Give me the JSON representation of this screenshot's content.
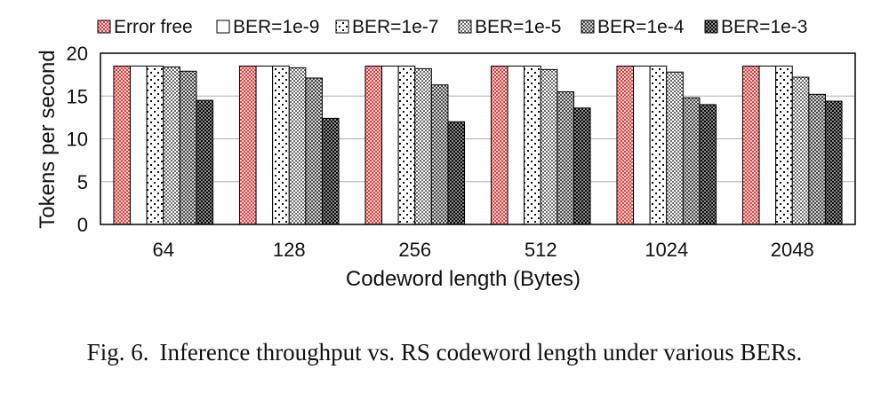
{
  "caption": {
    "label": "Fig. 6.",
    "text": "Inference throughput vs. RS codeword length under various BERs."
  },
  "chart_data": {
    "type": "bar",
    "title": "",
    "xlabel": "Codeword length (Bytes)",
    "ylabel": "Tokens per second",
    "ylim": [
      0,
      20
    ],
    "yticks": [
      0,
      5,
      10,
      15,
      20
    ],
    "grid": true,
    "legend_position": "top",
    "categories": [
      "64",
      "128",
      "256",
      "512",
      "1024",
      "2048"
    ],
    "series": [
      {
        "name": "Error free",
        "pattern": "red-check",
        "values": [
          18.5,
          18.5,
          18.5,
          18.5,
          18.5,
          18.5
        ]
      },
      {
        "name": "BER=1e-9",
        "pattern": "white",
        "values": [
          18.5,
          18.5,
          18.5,
          18.5,
          18.5,
          18.5
        ]
      },
      {
        "name": "BER=1e-7",
        "pattern": "sparse-dots",
        "values": [
          18.5,
          18.5,
          18.5,
          18.5,
          18.5,
          18.5
        ]
      },
      {
        "name": "BER=1e-5",
        "pattern": "light-check",
        "values": [
          18.4,
          18.3,
          18.2,
          18.1,
          17.8,
          17.2
        ]
      },
      {
        "name": "BER=1e-4",
        "pattern": "gray-check",
        "values": [
          17.9,
          17.1,
          16.3,
          15.5,
          14.8,
          15.2
        ]
      },
      {
        "name": "BER=1e-3",
        "pattern": "dark-check",
        "values": [
          14.5,
          12.4,
          12.0,
          13.6,
          14.0,
          14.4
        ]
      }
    ],
    "colors": {
      "red": "#e05a5a",
      "black": "#000000",
      "gray": "#8a8a8a",
      "light_gray": "#c8c8c8",
      "grid": "#b0b0b0"
    }
  }
}
